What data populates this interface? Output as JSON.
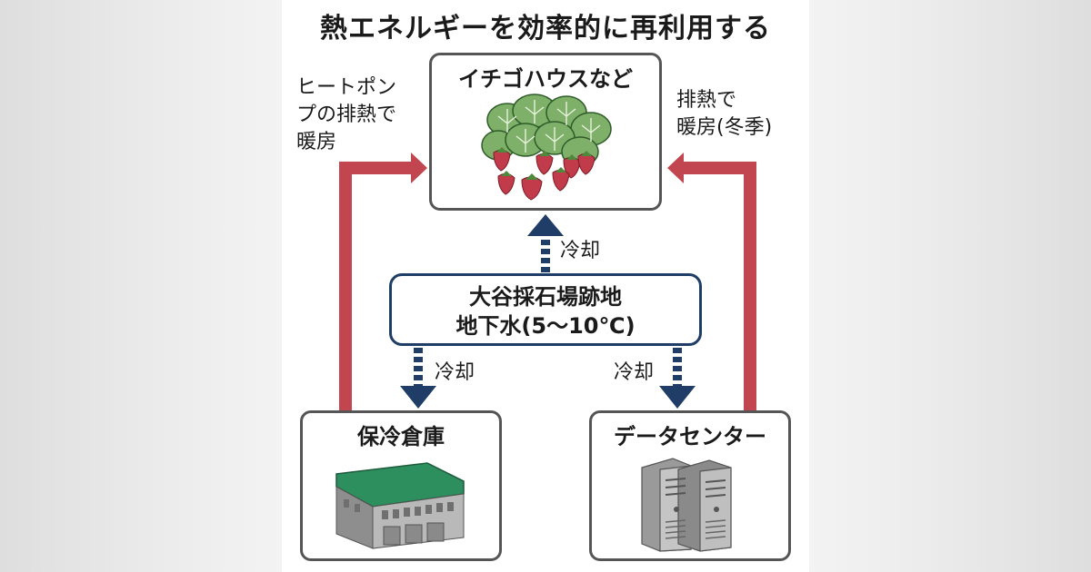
{
  "title": "熱エネルギーを効率的に再利用する",
  "nodes": {
    "house": "イチゴハウスなど",
    "source_line1": "大谷採石場跡地",
    "source_line2": "地下水(5〜10℃)",
    "warehouse": "保冷倉庫",
    "datacenter": "データセンター"
  },
  "annotations": {
    "left_line1": "ヒートポン",
    "left_line2": "プの排熱で",
    "left_line3": "暖房",
    "right_line1": "排熱で",
    "right_line2": "暖房(冬季)",
    "cool_up": "冷却",
    "cool_left": "冷却",
    "cool_right": "冷却"
  },
  "colors": {
    "heat_arrow": "#c1464f",
    "cool_arrow": "#1f3d66",
    "roof": "#1f8a55"
  },
  "icons": [
    "strawberry-plant-icon",
    "warehouse-icon",
    "server-icon"
  ]
}
